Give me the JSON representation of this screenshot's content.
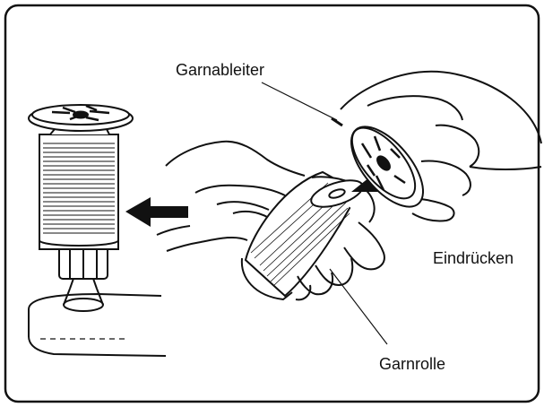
{
  "labels": {
    "garnableiter": "Garnableiter",
    "eindruecken": "Eindrücken",
    "garnrolle": "Garnrolle"
  },
  "colors": {
    "line": "#111111",
    "background": "#ffffff"
  }
}
